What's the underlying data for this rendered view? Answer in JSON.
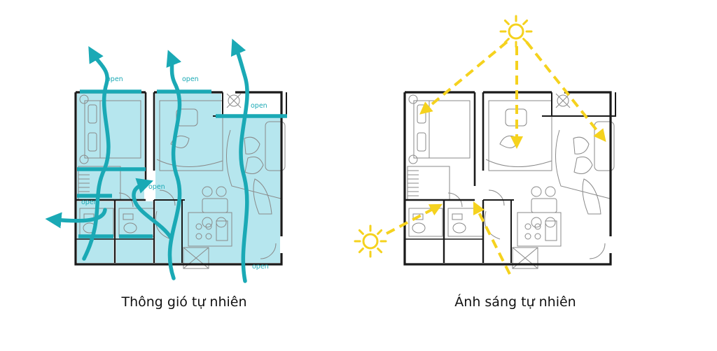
{
  "colors": {
    "ventilation": "#1aa9b5",
    "ventilation_fill": "#b6e6ee",
    "sunlight": "#f5d21e",
    "walls": "#1a1a1a",
    "plan_lines": "#8a8a8a",
    "caption": "#111111"
  },
  "ventilation_plan": {
    "caption": "Thông gió tự nhiên",
    "open_labels": [
      "open",
      "open",
      "open",
      "open",
      "open",
      "open"
    ]
  },
  "sunlight_plan": {
    "caption": "Ánh sáng tự nhiên",
    "sun_icons": [
      "sun-icon",
      "sun-icon"
    ]
  }
}
